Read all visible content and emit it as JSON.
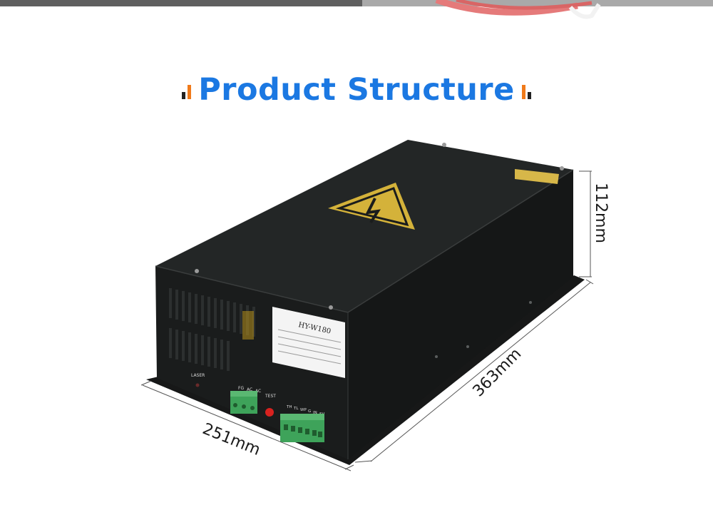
{
  "header": {
    "title": "Product Structure"
  },
  "product": {
    "model_label": "HY-W180",
    "port_labels": [
      "FG",
      "AC",
      "AC",
      "TEST"
    ],
    "signal_labels": [
      "TH",
      "TL",
      "WP",
      "G",
      "IN",
      "5V"
    ],
    "laser_label": "LASER"
  },
  "dimensions": {
    "height": "112mm",
    "length": "363mm",
    "width": "251mm"
  },
  "colors": {
    "title": "#1b78e2",
    "accent": "#f07a1a",
    "case": "#1c1e1e",
    "warning": "#d4b23a",
    "terminal": "#3ea35a"
  }
}
